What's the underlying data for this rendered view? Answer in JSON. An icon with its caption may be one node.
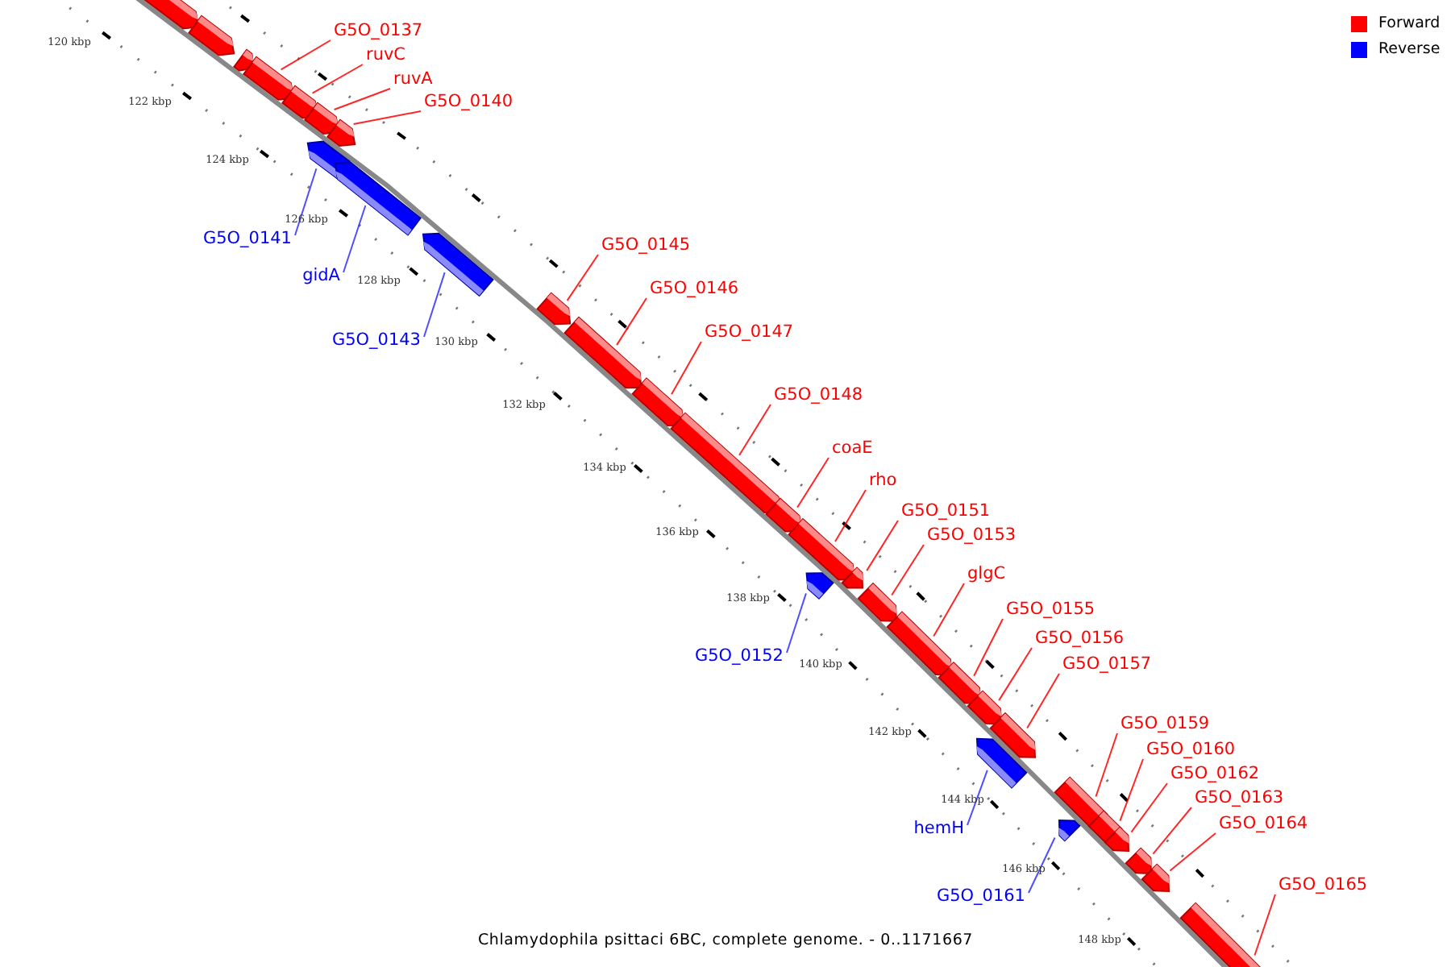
{
  "diagram": {
    "caption": "Chlamydophila psittaci 6BC, complete genome. - 0..1171667",
    "nodes": [
      {
        "text": [],
        "shape": "bar"
      },
      {
        "text": [],
        "shape": "bar"
      },
      {
        "text": [],
        "shape": "bar"
      },
      {
        "text": [
          "G5O_0137"
        ]
      },
      {
        "text": [],
        "shape": "bar"
      },
      {
        "text": [
          "ruvC"
        ]
      },
      {
        "text": [],
        "shape": "bar"
      },
      {
        "text": [
          "ruvA"
        ]
      },
      {
        "text": [],
        "shape": "bar"
      },
      {
        "text": [
          "G5O_0140"
        ]
      },
      {
        "text": [],
        "shape": "bar"
      },
      {
        "text": [
          "G5O_0141"
        ]
      },
      {
        "text": [],
        "shape": "bar"
      },
      {
        "text": [
          "gidA"
        ]
      },
      {
        "text": [],
        "shape": "bar"
      },
      {
        "text": [
          "G5O_0143"
        ]
      },
      {
        "text": [],
        "shape": "bar"
      },
      {
        "text": [
          "G5O_0145"
        ]
      },
      {
        "text": [],
        "shape": "bar"
      },
      {
        "text": [
          "G5O_0146"
        ]
      },
      {
        "text": [],
        "shape": "bar"
      },
      {
        "text": [
          "G5O_0147"
        ]
      },
      {
        "text": [],
        "shape": "bar"
      },
      {
        "text": [
          "G5O_0148"
        ]
      },
      {
        "text": [],
        "shape": "bar"
      },
      {
        "text": [
          "coaE"
        ]
      },
      {
        "text": [],
        "shape": "bar"
      },
      {
        "text": [
          "rho"
        ]
      },
      {
        "text": [],
        "shape": "bar"
      },
      {
        "text": [
          "G5O_0151"
        ]
      },
      {
        "text": [],
        "shape": "bar"
      },
      {
        "text": [
          "G5O_0153"
        ]
      },
      {
        "text": [],
        "shape": "bar"
      },
      {
        "text": [
          "glgC"
        ]
      },
      {
        "text": [],
        "shape": "bar"
      },
      {
        "text": [
          "G5O_0155"
        ]
      },
      {
        "text": [],
        "shape": "bar"
      },
      {
        "text": [
          "G5O_0156"
        ]
      },
      {
        "text": [],
        "shape": "bar"
      },
      {
        "text": [
          "G5O_0157"
        ]
      },
      {
        "text": [],
        "shape": "bar"
      },
      {
        "text": [
          "G5O_0152"
        ]
      },
      {
        "text": [],
        "shape": "bar"
      },
      {
        "text": [
          "hemH"
        ]
      },
      {
        "text": [],
        "shape": "bar"
      },
      {
        "text": [
          "G5O_0159"
        ]
      },
      {
        "text": [],
        "shape": "bar"
      },
      {
        "text": [
          "G5O_0160"
        ]
      },
      {
        "text": [],
        "shape": "bar"
      },
      {
        "text": [
          "G5O_0161"
        ]
      },
      {
        "text": [],
        "shape": "bar"
      },
      {
        "text": [
          "G5O_0162"
        ]
      },
      {
        "text": [],
        "shape": "bar"
      },
      {
        "text": [
          "G5O_0163"
        ]
      },
      {
        "text": [],
        "shape": "bar"
      },
      {
        "text": [
          "G5O_0164"
        ]
      },
      {
        "text": [],
        "shape": "bar"
      },
      {
        "text": [
          "G5O_0165"
        ]
      },
      {
        "text": [],
        "shape": "bar"
      }
    ],
    "edges": [
      {
        "from": 3,
        "to": 4,
        "arrow": "none"
      },
      {
        "from": 5,
        "to": 6,
        "arrow": "none"
      },
      {
        "from": 7,
        "to": 8,
        "arrow": "none"
      },
      {
        "from": 9,
        "to": 10,
        "arrow": "none"
      },
      {
        "from": 11,
        "to": 12,
        "arrow": "none",
        "color": "#3030ff"
      },
      {
        "from": 13,
        "to": 14,
        "arrow": "none",
        "color": "#3030ff"
      },
      {
        "from": 15,
        "to": 16,
        "arrow": "none",
        "color": "#3030ff"
      },
      {
        "from": 17,
        "to": 18,
        "arrow": "none"
      },
      {
        "from": 19,
        "to": 20,
        "arrow": "none"
      },
      {
        "from": 21,
        "to": 22,
        "arrow": "none"
      },
      {
        "from": 23,
        "to": 24,
        "arrow": "none"
      },
      {
        "from": 25,
        "to": 26,
        "arrow": "none"
      },
      {
        "from": 27,
        "to": 28,
        "arrow": "none"
      },
      {
        "from": 29,
        "to": 30,
        "arrow": "none"
      },
      {
        "from": 31,
        "to": 32,
        "arrow": "none"
      },
      {
        "from": 33,
        "to": 34,
        "arrow": "none"
      },
      {
        "from": 35,
        "to": 36,
        "arrow": "none"
      },
      {
        "from": 37,
        "to": 38,
        "arrow": "none"
      },
      {
        "from": 39,
        "to": 40,
        "arrow": "none"
      },
      {
        "from": 41,
        "to": 42,
        "arrow": "none",
        "color": "#3030ff"
      },
      {
        "from": 43,
        "to": 44,
        "arrow": "none",
        "color": "#3030ff"
      },
      {
        "from": 45,
        "to": 46,
        "arrow": "none"
      },
      {
        "from": 47,
        "to": 48,
        "arrow": "none"
      },
      {
        "from": 49,
        "to": 50,
        "arrow": "none",
        "color": "#3030ff"
      },
      {
        "from": 51,
        "to": 52,
        "arrow": "none"
      },
      {
        "from": 53,
        "to": 54,
        "arrow": "none"
      },
      {
        "from": 55,
        "to": 56,
        "arrow": "none"
      },
      {
        "from": 57,
        "to": 58,
        "arrow": "none"
      }
    ],
    "labels": [
      "120 kbp",
      "122 kbp",
      "124 kbp",
      "126 kbp",
      "128 kbp",
      "130 kbp",
      "132 kbp",
      "134 kbp",
      "136 kbp",
      "138 kbp",
      "140 kbp",
      "142 kbp",
      "144 kbp",
      "146 kbp",
      "148 kbp"
    ],
    "legend": [
      {
        "text": "Forward",
        "color": "#ff0000"
      },
      {
        "text": "Reverse",
        "color": "#0000ff"
      }
    ]
  }
}
